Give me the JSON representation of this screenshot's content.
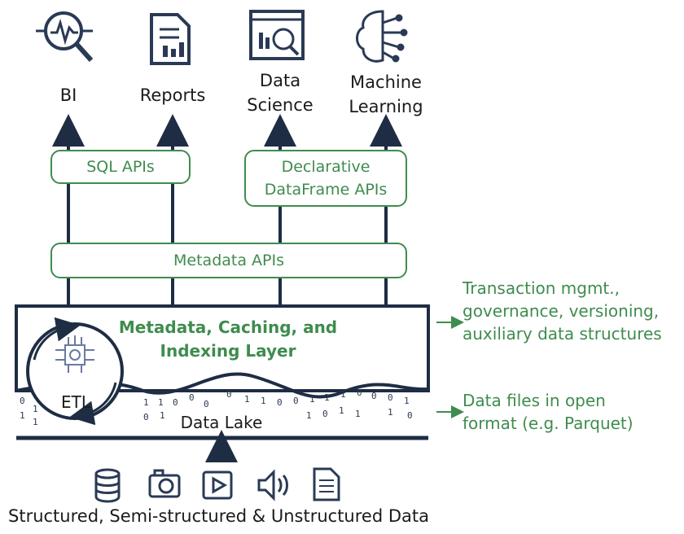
{
  "consumers": [
    {
      "label": "BI",
      "icon": "bi-magnifier-icon"
    },
    {
      "label": "Reports",
      "icon": "report-document-icon"
    },
    {
      "label": "Data\nScience",
      "icon": "data-science-icon"
    },
    {
      "label": "Machine\nLearning",
      "icon": "brain-circuit-icon"
    }
  ],
  "apis": {
    "sql": "SQL APIs",
    "dataframe": "Declarative\nDataFrame APIs",
    "metadata": "Metadata APIs"
  },
  "layer": {
    "title": "Metadata, Caching, and\nIndexing Layer",
    "etl": "ETL",
    "lake": "Data Lake"
  },
  "notes": {
    "layer_note": "Transaction mgmt.,\ngovernance, versioning,\nauxiliary data structures",
    "lake_note": "Data files in open\nformat (e.g. Parquet)"
  },
  "sources": {
    "icons": [
      "database-icon",
      "camera-icon",
      "video-play-icon",
      "audio-speaker-icon",
      "text-file-icon"
    ],
    "caption": "Structured, Semi-structured & Unstructured Data"
  },
  "colors": {
    "accent": "#3f8c4e",
    "dark": "#1e2d44"
  }
}
